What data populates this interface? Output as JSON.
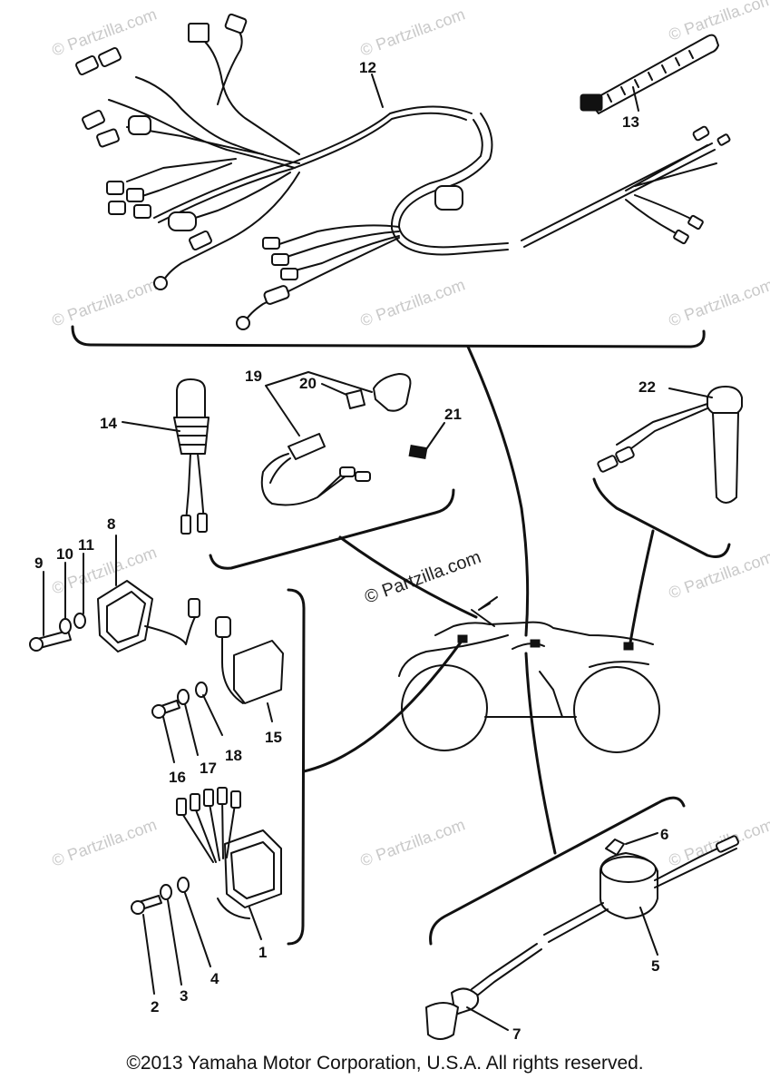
{
  "diagram": {
    "callouts": [
      {
        "id": "c12",
        "label": "12"
      },
      {
        "id": "c13",
        "label": "13"
      },
      {
        "id": "c14",
        "label": "14"
      },
      {
        "id": "c19",
        "label": "19"
      },
      {
        "id": "c20",
        "label": "20"
      },
      {
        "id": "c21",
        "label": "21"
      },
      {
        "id": "c22",
        "label": "22"
      },
      {
        "id": "c8",
        "label": "8"
      },
      {
        "id": "c9",
        "label": "9"
      },
      {
        "id": "c10",
        "label": "10"
      },
      {
        "id": "c11",
        "label": "11"
      },
      {
        "id": "c15",
        "label": "15"
      },
      {
        "id": "c16",
        "label": "16"
      },
      {
        "id": "c17",
        "label": "17"
      },
      {
        "id": "c18",
        "label": "18"
      },
      {
        "id": "c1",
        "label": "1"
      },
      {
        "id": "c2",
        "label": "2"
      },
      {
        "id": "c3",
        "label": "3"
      },
      {
        "id": "c4",
        "label": "4"
      },
      {
        "id": "c5",
        "label": "5"
      },
      {
        "id": "c6",
        "label": "6"
      },
      {
        "id": "c7",
        "label": "7"
      }
    ],
    "watermark_text": "© Partzilla.com",
    "copyright": "©2013  Yamaha Motor Corporation, U.S.A. All rights reserved."
  }
}
